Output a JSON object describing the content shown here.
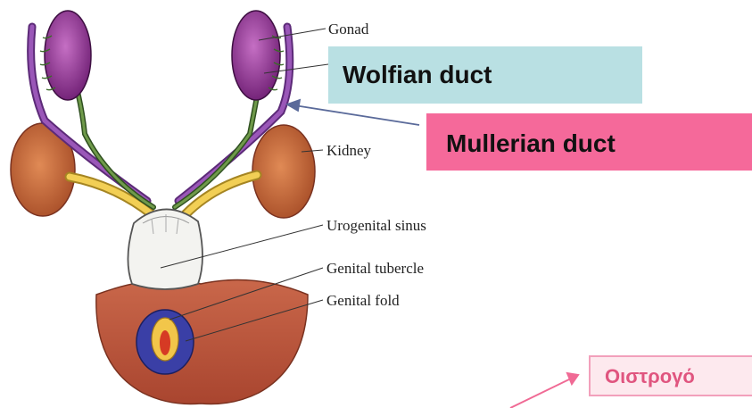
{
  "labels": {
    "gonad": "Gonad",
    "kidney": "Kidney",
    "urogenital_sinus": "Urogenital sinus",
    "genital_tubercle": "Genital tubercle",
    "genital_fold": "Genital fold"
  },
  "callouts": {
    "wolfian": "Wolfian duct",
    "mullerian": "Mullerian duct",
    "estrogen": "Οιστρογό"
  },
  "colors": {
    "gonad": "#8a2a8c",
    "mullerian_duct": "#7a3d9a",
    "wolffian_duct": "#4f7a3a",
    "kidney": "#c86a3a",
    "ureter": "#e8c24a",
    "body": "#b9543a",
    "fold": "#3a3fa6",
    "tubercle": "#f2c64a",
    "wolfian_box": "#b9e0e3",
    "mullerian_box": "#f5699a",
    "estrogen_text": "#e0557f"
  }
}
